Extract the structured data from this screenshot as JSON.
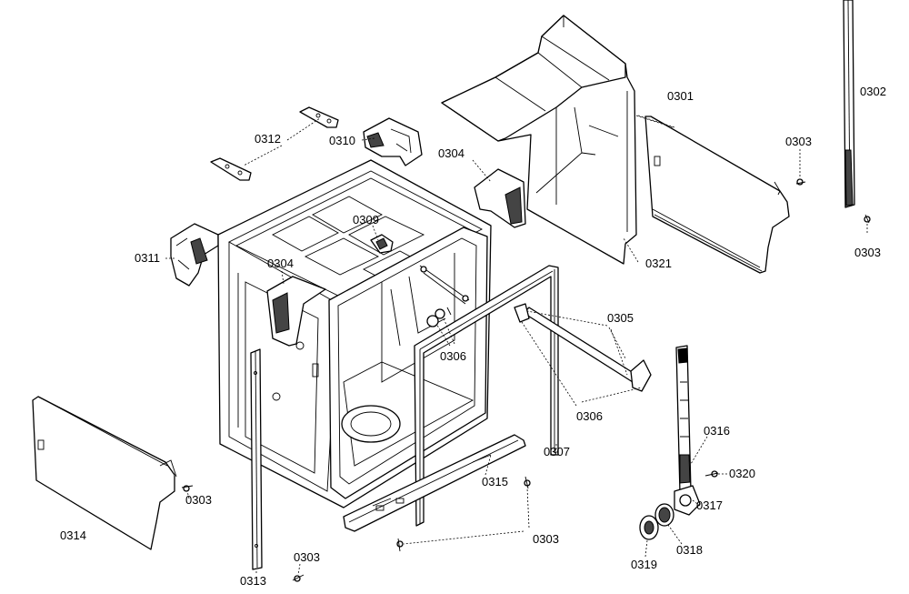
{
  "labels": {
    "l0301": "0301",
    "l0302": "0302",
    "l0303_a": "0303",
    "l0303_b": "0303",
    "l0303_c": "0303",
    "l0303_d": "0303",
    "l0303_e": "0303",
    "l0304_a": "0304",
    "l0304_b": "0304",
    "l0305": "0305",
    "l0306_a": "0306",
    "l0306_b": "0306",
    "l0307": "0307",
    "l0309": "0309",
    "l0310": "0310",
    "l0311": "0311",
    "l0312": "0312",
    "l0313": "0313",
    "l0314": "0314",
    "l0315": "0315",
    "l0316": "0316",
    "l0317": "0317",
    "l0318": "0318",
    "l0319": "0319",
    "l0320": "0320",
    "l0321": "0321"
  },
  "colors": {
    "line": "#000000",
    "background": "#ffffff"
  }
}
